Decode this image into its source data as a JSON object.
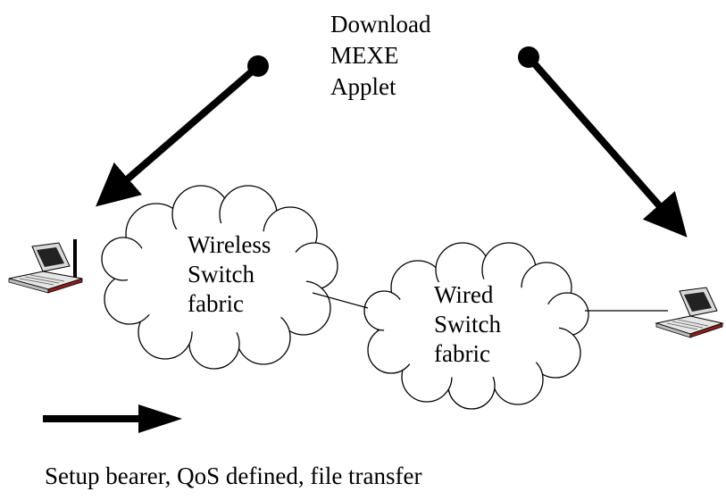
{
  "download_label": {
    "line1": "Download",
    "line2": "MEXE",
    "line3": "Applet"
  },
  "wireless_cloud": {
    "line1": "Wireless",
    "line2": "Switch",
    "line3": "fabric"
  },
  "wired_cloud": {
    "line1": "Wired",
    "line2": "Switch",
    "line3": "fabric"
  },
  "caption": "Setup bearer, QoS defined, file transfer",
  "icons": {
    "left_device": "laptop-icon",
    "right_device": "laptop-icon"
  },
  "colors": {
    "ink": "#000000",
    "background": "#ffffff"
  }
}
